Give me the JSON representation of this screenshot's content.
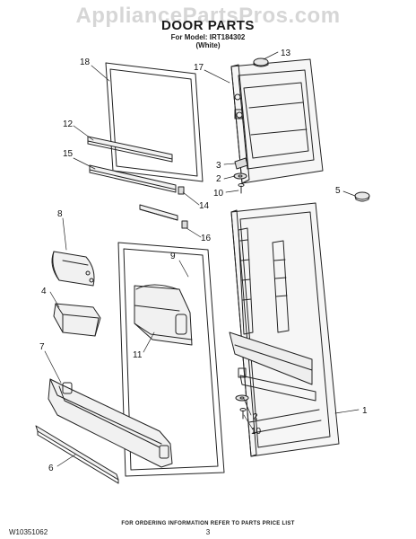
{
  "watermark": "AppliancePartsPros.com",
  "title": "DOOR PARTS",
  "model_line": "For Model: IRT184302",
  "color_line": "(White)",
  "callouts": [
    "18",
    "17",
    "13",
    "12",
    "15",
    "3",
    "2",
    "10",
    "14",
    "5",
    "8",
    "9",
    "16",
    "4",
    "11",
    "7",
    "1",
    "2",
    "10",
    "6"
  ],
  "footer": {
    "note": "FOR ORDERING INFORMATION REFER TO PARTS PRICE LIST",
    "doc_id": "W10351062",
    "page": "3"
  }
}
